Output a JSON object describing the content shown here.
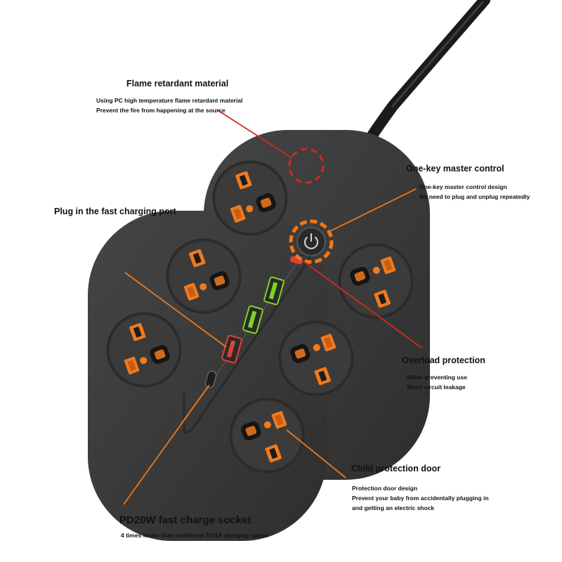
{
  "annotations": {
    "flame": {
      "title": "Flame retardant material",
      "lines": [
        "Using PC high temperature flame retardant material",
        "Prevent the fire from happening at the source"
      ],
      "color": "#d42a1e"
    },
    "master": {
      "title": "One-key master control",
      "lines": [
        "One-key master control design",
        "No need to plug and unplug repeatedly"
      ],
      "color": "#f07818"
    },
    "fast_port": {
      "title": "Plug in the fast charging port",
      "color": "#f07818"
    },
    "overload": {
      "title": "Overload protection",
      "lines": [
        "When preventing use",
        "Short circuit leakage"
      ],
      "color": "#d42a1e"
    },
    "child": {
      "title": "Child protection door",
      "lines": [
        "Protection door design",
        "Prevent your baby from accidentally plugging in",
        "and getting an electric shock"
      ],
      "color": "#f07818"
    },
    "pd20w": {
      "title": "PD20W fast charge socket",
      "lines": [
        "4 times faster than traditional 5V/1A charging speed"
      ],
      "color": "#f07818"
    }
  },
  "product": {
    "body_color": "#3a3a3a",
    "socket_shutter_color": "#f07a1e",
    "usb_green": "#7ed321",
    "usb_red": "#e0403a",
    "power_button_icon": "power-icon",
    "ac_outlets": 6,
    "usb_a_ports": 3,
    "usb_c_ports": 1
  }
}
